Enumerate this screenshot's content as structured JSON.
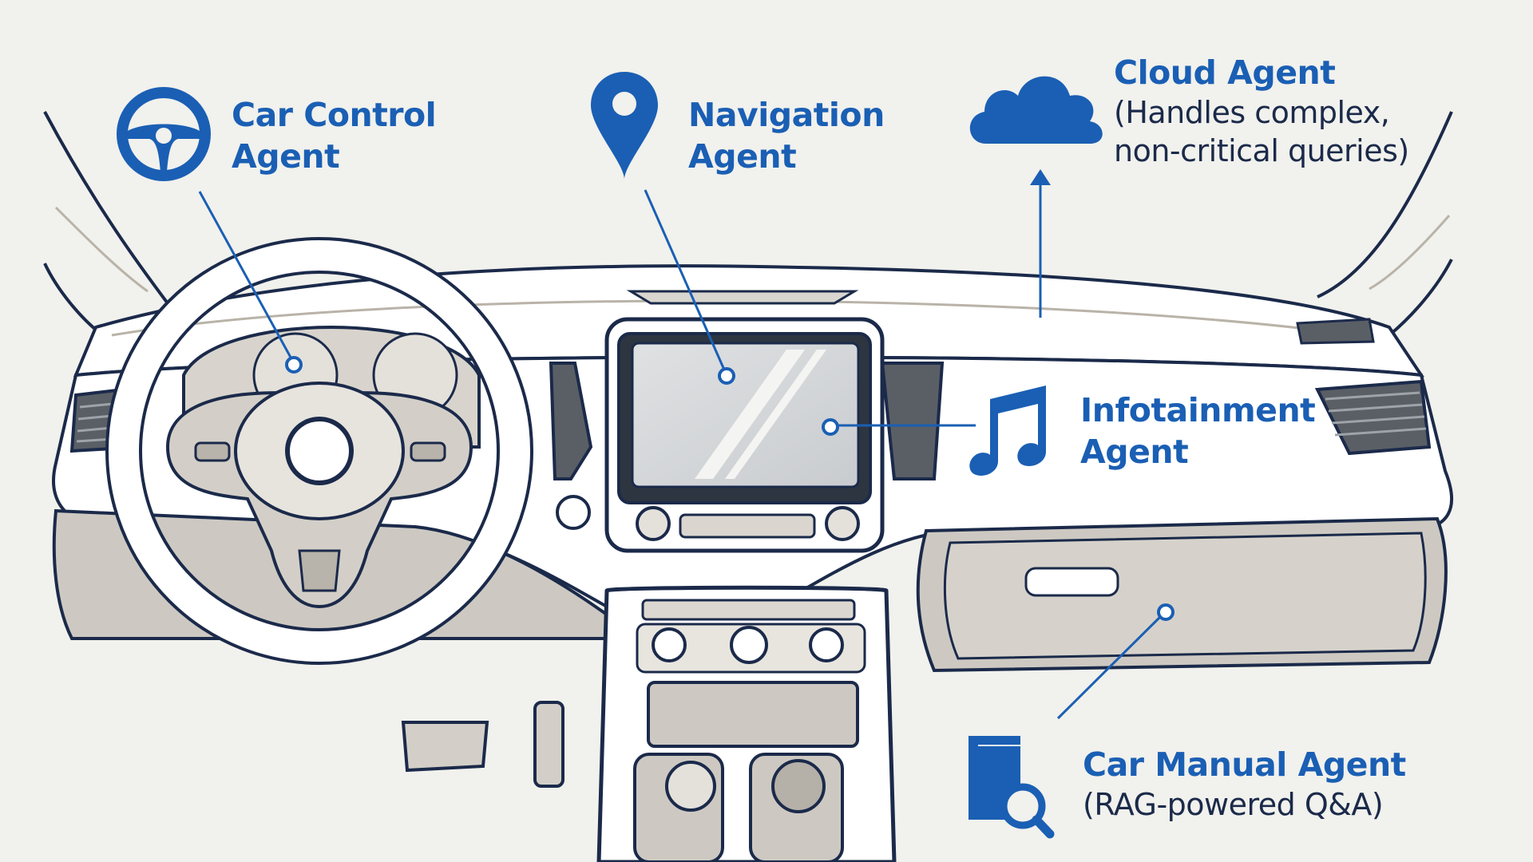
{
  "agents": {
    "car_control": {
      "line1": "Car Control",
      "line2": "Agent"
    },
    "navigation": {
      "line1": "Navigation",
      "line2": "Agent"
    },
    "cloud": {
      "title": "Cloud Agent",
      "desc1": "(Handles complex,",
      "desc2": "non-critical queries)"
    },
    "infotainment": {
      "line1": "Infotainment",
      "line2": "Agent"
    },
    "car_manual": {
      "title": "Car Manual Agent",
      "desc": "(RAG-powered Q&A)"
    }
  },
  "colors": {
    "accent": "#1a5fb4",
    "outline": "#1b2a4a",
    "background": "#f1f1ed",
    "panel": "#cdc9c2",
    "trim": "#ffffff"
  },
  "icons": {
    "car_control": "steering-wheel-icon",
    "navigation": "map-pin-icon",
    "cloud": "cloud-icon",
    "infotainment": "music-note-icon",
    "car_manual": "manual-search-icon"
  }
}
